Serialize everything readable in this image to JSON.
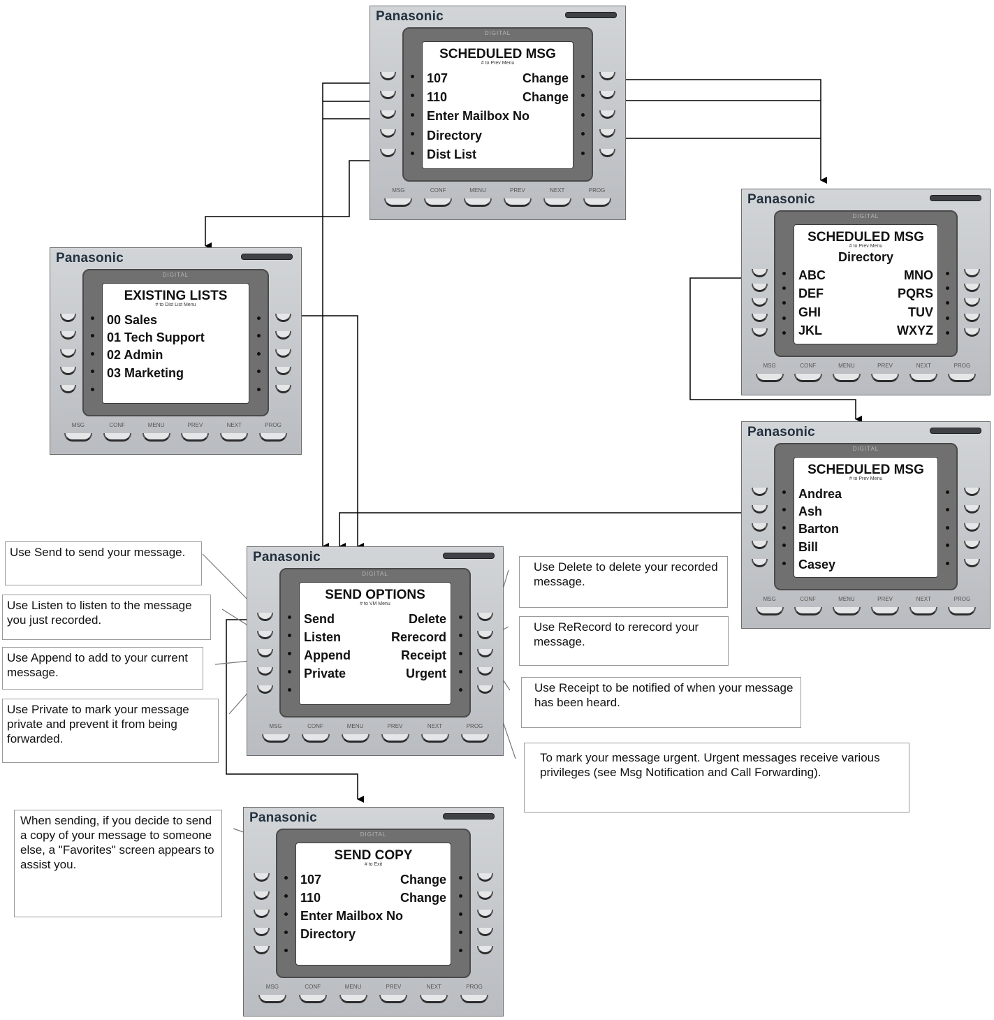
{
  "phones": [
    {
      "id": "top",
      "brand": "Panasonic",
      "digital": "DIGITAL",
      "title": "SCHEDULED MSG",
      "subtitle": "# to Prev Menu",
      "rows": [
        [
          "107",
          "Change"
        ],
        [
          "110",
          "Change"
        ],
        [
          "Enter Mailbox No",
          ""
        ],
        [
          "Directory",
          ""
        ],
        [
          "Dist List",
          ""
        ]
      ],
      "fkeys": [
        "MSG",
        "CONF",
        "MENU",
        "PREV",
        "NEXT",
        "PROG"
      ]
    },
    {
      "id": "lists",
      "brand": "Panasonic",
      "digital": "DIGITAL",
      "title": "EXISTING LISTS",
      "subtitle": "# to Dist List Menu",
      "rows": [
        [
          "00 Sales",
          ""
        ],
        [
          "01 Tech Support",
          ""
        ],
        [
          "02 Admin",
          ""
        ],
        [
          "03 Marketing",
          ""
        ],
        [
          "",
          ""
        ]
      ],
      "fkeys": [
        "MSG",
        "CONF",
        "MENU",
        "PREV",
        "NEXT",
        "PROG"
      ]
    },
    {
      "id": "directory",
      "brand": "Panasonic",
      "digital": "DIGITAL",
      "title": "SCHEDULED MSG",
      "subtitle": "# to Prev Menu",
      "title2": "Directory",
      "rows": [
        [
          "ABC",
          "MNO"
        ],
        [
          "DEF",
          "PQRS"
        ],
        [
          "GHI",
          "TUV"
        ],
        [
          "JKL",
          "WXYZ"
        ]
      ],
      "fkeys": [
        "MSG",
        "CONF",
        "MENU",
        "PREV",
        "NEXT",
        "PROG"
      ]
    },
    {
      "id": "names",
      "brand": "Panasonic",
      "digital": "DIGITAL",
      "title": "SCHEDULED MSG",
      "subtitle": "# to Prev Menu",
      "rows": [
        [
          "Andrea",
          ""
        ],
        [
          "Ash",
          ""
        ],
        [
          "Barton",
          ""
        ],
        [
          "Bill",
          ""
        ],
        [
          "Casey",
          ""
        ]
      ],
      "fkeys": [
        "MSG",
        "CONF",
        "MENU",
        "PREV",
        "NEXT",
        "PROG"
      ]
    },
    {
      "id": "send",
      "brand": "Panasonic",
      "digital": "DIGITAL",
      "title": "SEND OPTIONS",
      "subtitle": "# to VM Menu",
      "rows": [
        [
          "Send",
          "Delete"
        ],
        [
          "Listen",
          "Rerecord"
        ],
        [
          "Append",
          "Receipt"
        ],
        [
          "Private",
          "Urgent"
        ],
        [
          "",
          ""
        ]
      ],
      "fkeys": [
        "MSG",
        "CONF",
        "MENU",
        "PREV",
        "NEXT",
        "PROG"
      ]
    },
    {
      "id": "copy",
      "brand": "Panasonic",
      "digital": "DIGITAL",
      "title": "SEND COPY",
      "subtitle": "# to Exit",
      "rows": [
        [
          "107",
          "Change"
        ],
        [
          "110",
          "Change"
        ],
        [
          "Enter Mailbox No",
          ""
        ],
        [
          "Directory",
          ""
        ],
        [
          "",
          ""
        ]
      ],
      "fkeys": [
        "MSG",
        "CONF",
        "MENU",
        "PREV",
        "NEXT",
        "PROG"
      ]
    }
  ],
  "notes": {
    "send": "Use Send  to send your message.",
    "listen": "Use Listen to listen to the message you just recorded.",
    "append": "Use Append to add to your current message.",
    "private": "Use Private to mark your message private and prevent it from being forwarded.",
    "delete": "Use Delete to delete your recorded message.",
    "rerecord": "Use ReRecord to rerecord your message.",
    "receipt": "Use Receipt to be notified of when your message has been heard.",
    "urgent": "To mark your message urgent.  Urgent messages receive various privileges (see Msg Notification and Call Forwarding).",
    "copy": "When sending, if you decide to send a copy of your message to someone else, a \"Favorites\" screen appears to assist you."
  }
}
